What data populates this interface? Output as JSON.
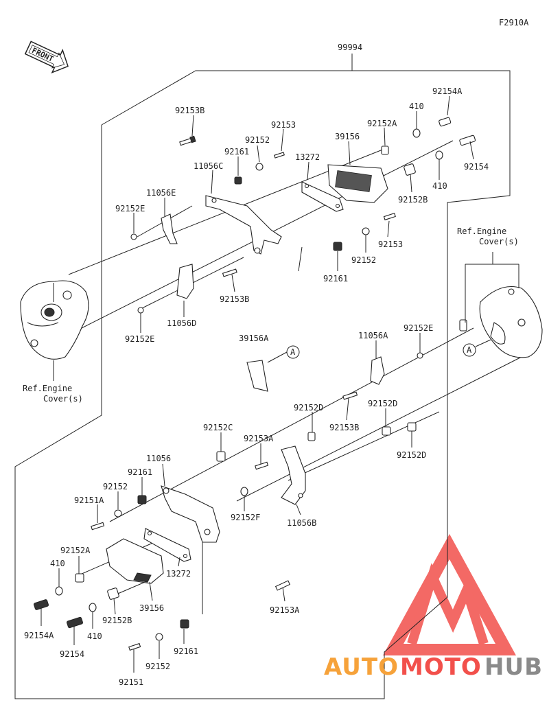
{
  "figure_code": "F2910A",
  "front_label": "FRONT",
  "assembly_number": "99994",
  "refs": {
    "ref_engine_upper": "Ref.Engine",
    "ref_covers_upper": "Cover(s)",
    "ref_engine_lower": "Ref.Engine",
    "ref_covers_lower": "Cover(s)",
    "callout": "A"
  },
  "parts": {
    "p92153B_top": "92153B",
    "p92161_top": "92161",
    "p92152_top": "92152",
    "p92153_top": "92153",
    "p11056C": "11056C",
    "p13272_top": "13272",
    "p39156_top": "39156",
    "p92152A_top": "92152A",
    "p410_top1": "410",
    "p92154A_top": "92154A",
    "p92154_top": "92154",
    "p410_top2": "410",
    "p92152B_top": "92152B",
    "p11056E": "11056E",
    "p92152E_left": "92152E",
    "p92153_mid": "92153",
    "p92152_mid": "92152",
    "p92161_mid": "92161",
    "p92153B_mid": "92153B",
    "p11056D": "11056D",
    "p92152E_left2": "92152E",
    "p39156A": "39156A",
    "p11056A": "11056A",
    "p92152E_right": "92152E",
    "p92152D_a": "92152D",
    "p92152D_b": "92152D",
    "p92152D_c": "92152D",
    "p92153B_low": "92153B",
    "p92152C": "92152C",
    "p92153A_a": "92153A",
    "p11056": "11056",
    "p92161_low": "92161",
    "p92152_low": "92152",
    "p92151A": "92151A",
    "p92152F": "92152F",
    "p11056B": "11056B",
    "p92152A_low": "92152A",
    "p410_low1": "410",
    "p13272_low": "13272",
    "p39156_low": "39156",
    "p92154A_low": "92154A",
    "p92154_low": "92154",
    "p410_low2": "410",
    "p92152B_low": "92152B",
    "p92153A_b": "92153A",
    "p92161_bot": "92161",
    "p92152_bot": "92152",
    "p92151": "92151"
  },
  "watermark": {
    "auto": "AUTO",
    "moto": "MOTO",
    "hub": "HUB",
    "color_red": "#f2504b",
    "color_orange": "#f6a23a",
    "color_grey": "#8a8a8a"
  }
}
